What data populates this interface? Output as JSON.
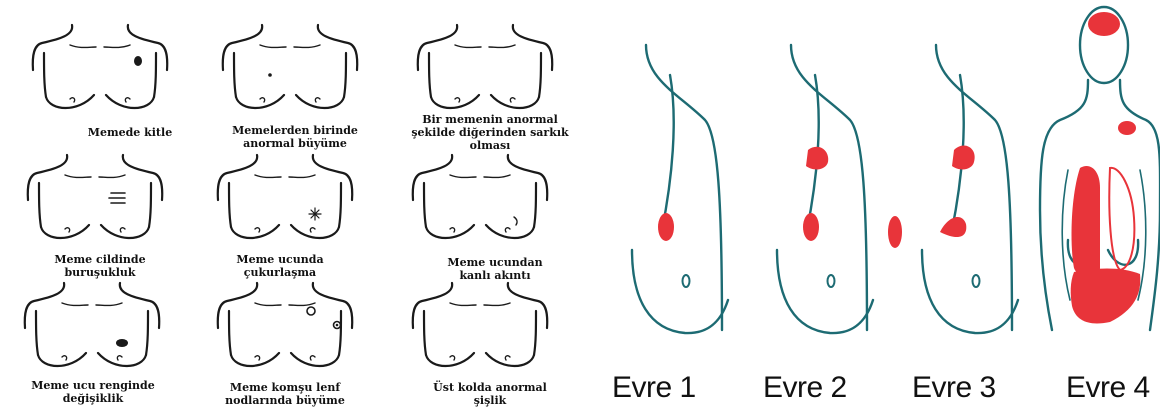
{
  "signs": [
    {
      "lines": [
        "Memede kitle"
      ]
    },
    {
      "lines": [
        "Memelerden birinde",
        "anormal büyüme"
      ]
    },
    {
      "lines": [
        "Bir memenin anormal",
        "şekilde diğerinden sarkık",
        "olması"
      ]
    },
    {
      "lines": [
        "Meme cildinde",
        "buruşukluk"
      ]
    },
    {
      "lines": [
        "Meme ucunda",
        "çukurlaşma"
      ]
    },
    {
      "lines": [
        "Meme ucundan",
        "kanlı akıntı"
      ]
    },
    {
      "lines": [
        "Meme ucu renginde",
        "değişiklik"
      ]
    },
    {
      "lines": [
        "Meme komşu lenf",
        "nodlarında büyüme"
      ]
    },
    {
      "lines": [
        "Üst kolda anormal",
        "şişlik"
      ]
    }
  ],
  "stages": [
    "Evre 1",
    "Evre 2",
    "Evre 3",
    "Evre 4"
  ],
  "colors": {
    "outline": "#1d6b73",
    "tumor": "#e8343a",
    "sketch": "#1a1a1a"
  }
}
